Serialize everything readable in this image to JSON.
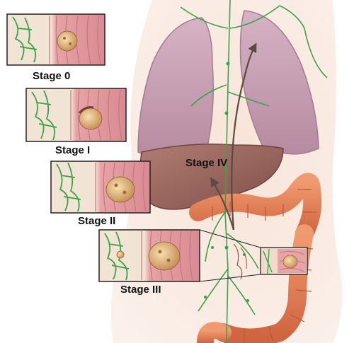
{
  "labels": {
    "stage0": "Stage 0",
    "stage1": "Stage I",
    "stage2": "Stage II",
    "stage3": "Stage III",
    "stage4": "Stage IV"
  },
  "colors": {
    "background": "#ffffff",
    "skin": "#f4dccd",
    "lung": "#c9a3b6",
    "liver": "#9c6a62",
    "colon": "#e07a55",
    "lymph": "#3aa34a",
    "tumor": "#e8c68a",
    "arrow": "#5a4a40"
  }
}
